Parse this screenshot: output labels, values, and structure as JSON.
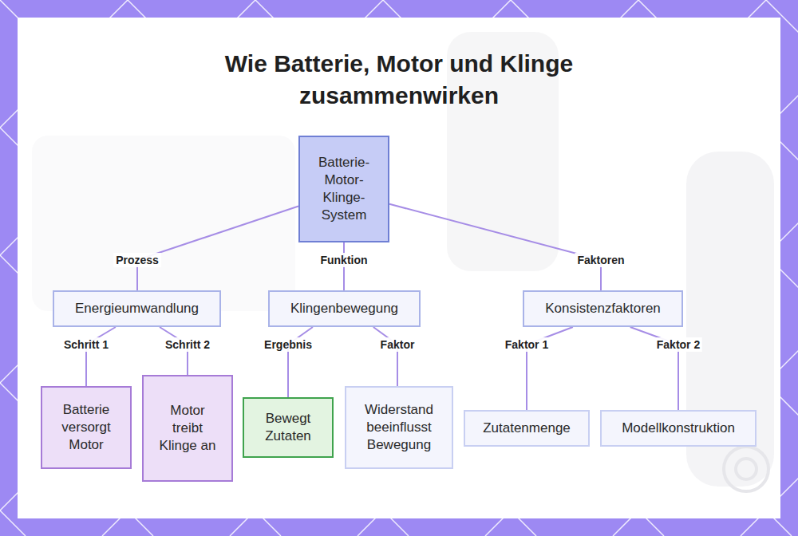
{
  "diagram": {
    "title": "Wie Batterie, Motor und Klinge zusammenwirken",
    "nodes": [
      {
        "text": [
          "Batterie- Motor- Klinge- System"
        ]
      },
      {
        "text": [
          "Energieumwandlung"
        ]
      },
      {
        "text": [
          "Klingenbewegung"
        ]
      },
      {
        "text": [
          "Konsistenzfaktoren"
        ]
      },
      {
        "text": [
          "Batterie versorgt Motor"
        ]
      },
      {
        "text": [
          "Motor treibt Klinge an"
        ]
      },
      {
        "text": [
          "Bewegt Zutaten"
        ]
      },
      {
        "text": [
          "Widerstand beeinflusst Bewegung"
        ]
      },
      {
        "text": [
          "Zutatenmenge"
        ]
      },
      {
        "text": [
          "Modellkonstruktion"
        ]
      }
    ],
    "edges": [
      {
        "from": 0,
        "to": 1,
        "label": "Prozess",
        "arrow": "none"
      },
      {
        "from": 0,
        "to": 2,
        "label": "Funktion",
        "arrow": "none"
      },
      {
        "from": 0,
        "to": 3,
        "label": "Faktoren",
        "arrow": "none"
      },
      {
        "from": 1,
        "to": 4,
        "label": "Schritt 1",
        "arrow": "none"
      },
      {
        "from": 1,
        "to": 5,
        "label": "Schritt 2",
        "arrow": "none"
      },
      {
        "from": 2,
        "to": 6,
        "label": "Ergebnis",
        "arrow": "none"
      },
      {
        "from": 2,
        "to": 7,
        "label": "Faktor",
        "arrow": "none"
      },
      {
        "from": 3,
        "to": 8,
        "label": "Faktor 1",
        "arrow": "none"
      },
      {
        "from": 3,
        "to": 9,
        "label": "Faktor 2",
        "arrow": "none"
      }
    ]
  }
}
